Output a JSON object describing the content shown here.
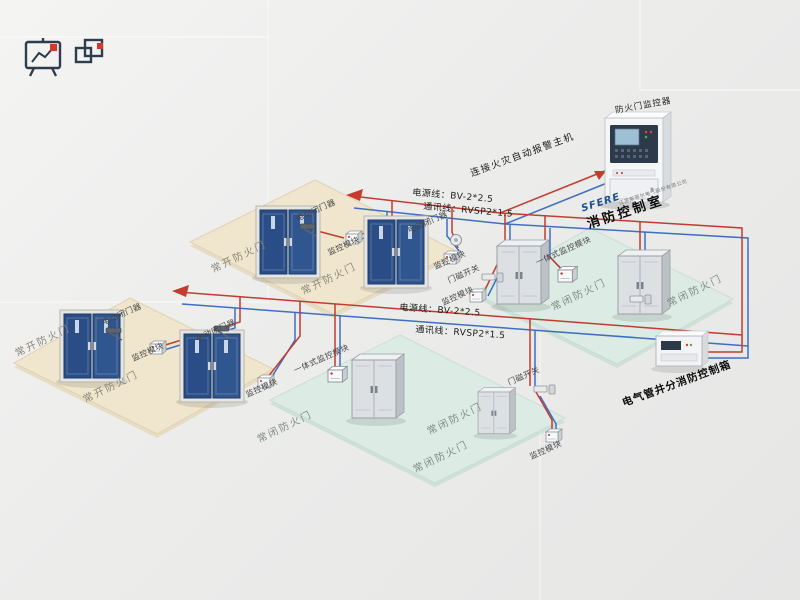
{
  "page": {
    "background": "#ececec"
  },
  "diagram": {
    "control_room": {
      "monitor_label": "防火门监控器",
      "alarm_link_label": "连接火灾自动报警主机",
      "brand": "SFERE",
      "company": "江苏斯菲尔电气股份有限公司",
      "room_label": "消防控制室"
    },
    "wiring": {
      "power_label": "电源线：BV-2*2.5",
      "comm_label": "通讯线：RVSP2*1.5",
      "power_color": "#c43b30",
      "comm_color": "#3e6fc4"
    },
    "shaft_box_label": "电气管井分消防控制箱",
    "terms": {
      "normally_open_door": "常开防火门",
      "normally_closed_door": "常闭防火门",
      "monitor_module": "监控模块",
      "integrated_module": "一体式监控模块",
      "door_switch": "门磁开关",
      "door_closer": "电动闭门器"
    },
    "zones": [
      {
        "type": "normally_open",
        "label": "常开防火门"
      },
      {
        "type": "normally_closed",
        "label": "常闭防火门"
      },
      {
        "type": "normally_open",
        "label": "常开防火门"
      },
      {
        "type": "normally_closed",
        "label": "常闭防火门"
      }
    ]
  }
}
